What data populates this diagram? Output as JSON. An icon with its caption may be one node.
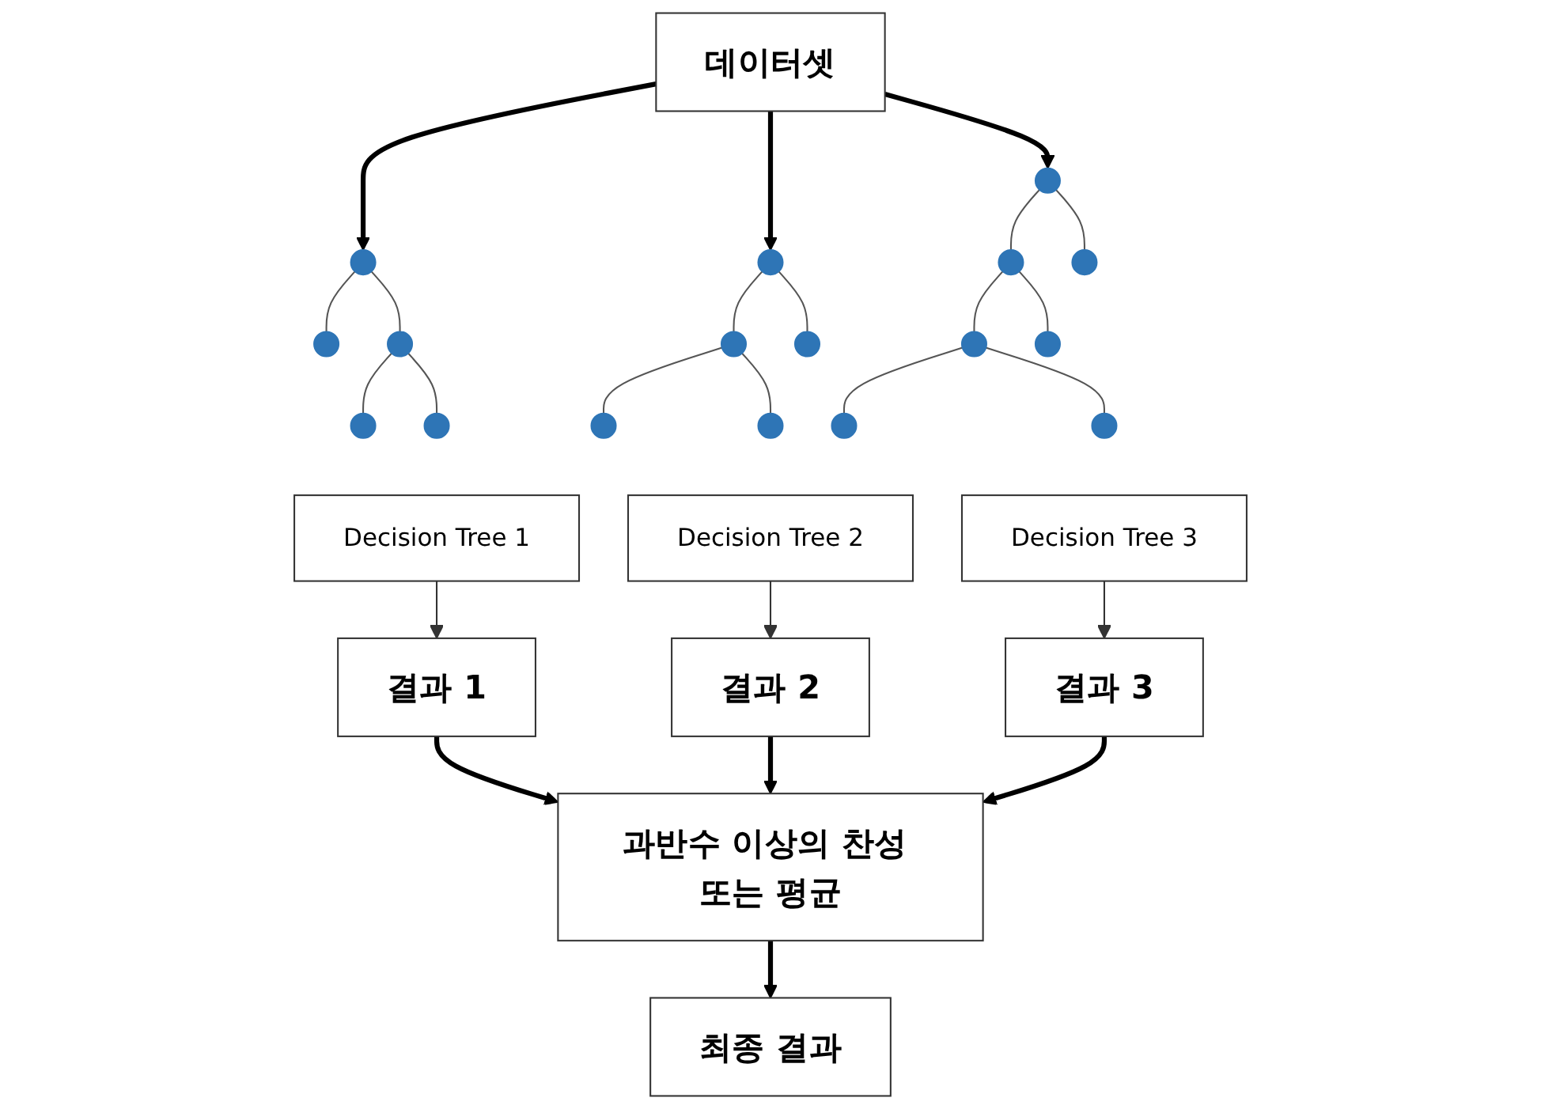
{
  "diagram": {
    "nodes": [
      {
        "text": [
          "데이터셋"
        ]
      },
      {
        "text": [],
        "shape": "circle"
      },
      {
        "text": [],
        "shape": "circle"
      },
      {
        "text": [],
        "shape": "circle"
      },
      {
        "text": [],
        "shape": "circle"
      },
      {
        "text": [],
        "shape": "circle"
      },
      {
        "text": [],
        "shape": "circle"
      },
      {
        "text": [],
        "shape": "circle"
      },
      {
        "text": [],
        "shape": "circle"
      },
      {
        "text": [],
        "shape": "circle"
      },
      {
        "text": [],
        "shape": "circle"
      },
      {
        "text": [],
        "shape": "circle"
      },
      {
        "text": [],
        "shape": "circle"
      },
      {
        "text": [],
        "shape": "circle"
      },
      {
        "text": [],
        "shape": "circle"
      },
      {
        "text": [],
        "shape": "circle"
      },
      {
        "text": [],
        "shape": "circle"
      },
      {
        "text": [],
        "shape": "circle"
      },
      {
        "text": [
          "Decision Tree 1"
        ]
      },
      {
        "text": [
          "Decision Tree 2"
        ]
      },
      {
        "text": [
          "Decision Tree 3"
        ]
      },
      {
        "text": [
          "결과 1"
        ]
      },
      {
        "text": [
          "결과 2"
        ]
      },
      {
        "text": [
          "결과 3"
        ]
      },
      {
        "text": [
          "과반수 이상의 찬성 또는 평균"
        ]
      },
      {
        "text": [
          "최종 결과"
        ]
      }
    ],
    "edges": [
      {
        "from": 0,
        "to": 1,
        "arrow": "to",
        "style": "thick"
      },
      {
        "from": 0,
        "to": 6,
        "arrow": "to",
        "style": "thick"
      },
      {
        "from": 0,
        "to": 11,
        "arrow": "to",
        "style": "thick"
      },
      {
        "from": 1,
        "to": 2,
        "arrow": "none"
      },
      {
        "from": 1,
        "to": 3,
        "arrow": "none"
      },
      {
        "from": 3,
        "to": 4,
        "arrow": "none"
      },
      {
        "from": 3,
        "to": 5,
        "arrow": "none"
      },
      {
        "from": 6,
        "to": 7,
        "arrow": "none"
      },
      {
        "from": 6,
        "to": 8,
        "arrow": "none"
      },
      {
        "from": 7,
        "to": 9,
        "arrow": "none"
      },
      {
        "from": 7,
        "to": 10,
        "arrow": "none"
      },
      {
        "from": 11,
        "to": 12,
        "arrow": "none"
      },
      {
        "from": 11,
        "to": 13,
        "arrow": "none"
      },
      {
        "from": 12,
        "to": 14,
        "arrow": "none"
      },
      {
        "from": 12,
        "to": 15,
        "arrow": "none"
      },
      {
        "from": 14,
        "to": 16,
        "arrow": "none"
      },
      {
        "from": 14,
        "to": 17,
        "arrow": "none"
      },
      {
        "from": 18,
        "to": 21,
        "arrow": "to"
      },
      {
        "from": 19,
        "to": 22,
        "arrow": "to"
      },
      {
        "from": 20,
        "to": 23,
        "arrow": "to"
      },
      {
        "from": 21,
        "to": 24,
        "arrow": "to",
        "style": "thick"
      },
      {
        "from": 22,
        "to": 24,
        "arrow": "to",
        "style": "thick"
      },
      {
        "from": 23,
        "to": 24,
        "arrow": "to",
        "style": "thick"
      },
      {
        "from": 24,
        "to": 25,
        "arrow": "to",
        "style": "thick"
      }
    ]
  }
}
